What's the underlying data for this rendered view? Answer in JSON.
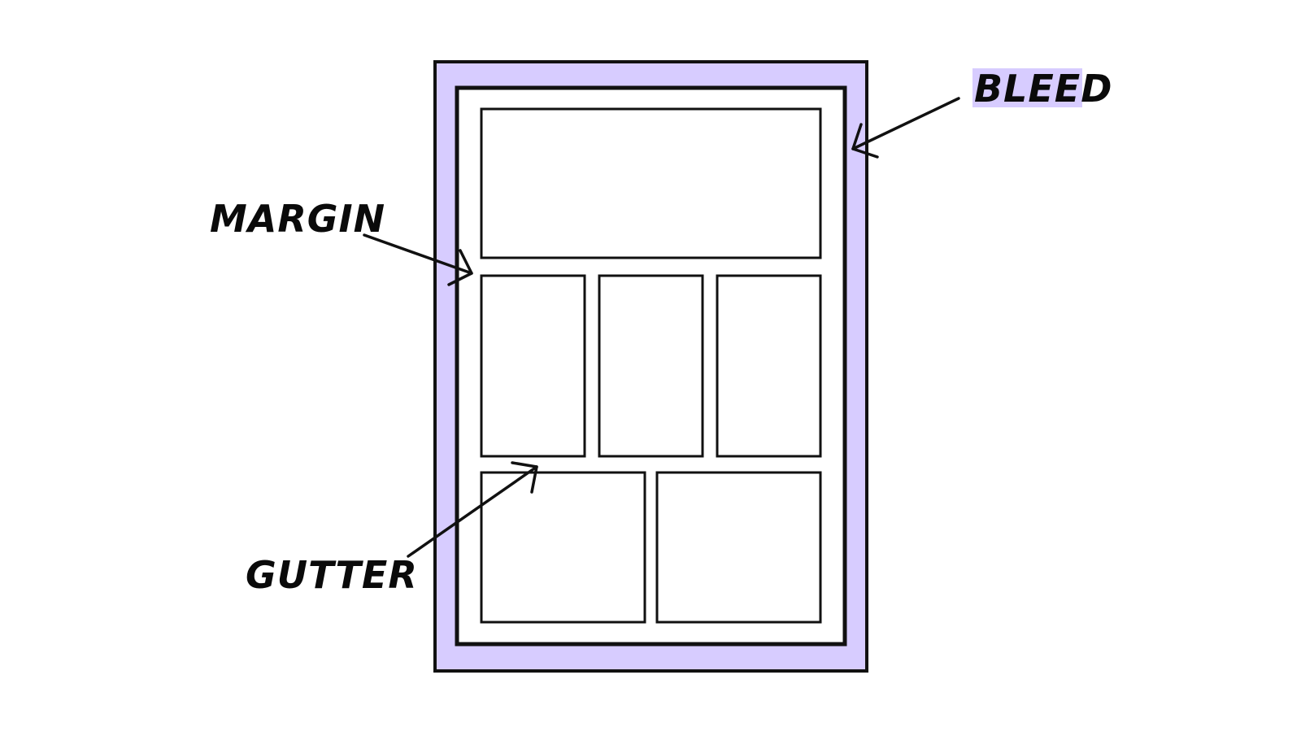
{
  "labels": {
    "margin": "MARGIN",
    "gutter": "GUTTER",
    "bleed": "BLEED"
  },
  "colors": {
    "bleed_fill": "#d7ccff",
    "stroke": "#111111",
    "page": "#ffffff"
  },
  "layout": {
    "panel_rows": [
      1,
      3,
      2
    ]
  }
}
